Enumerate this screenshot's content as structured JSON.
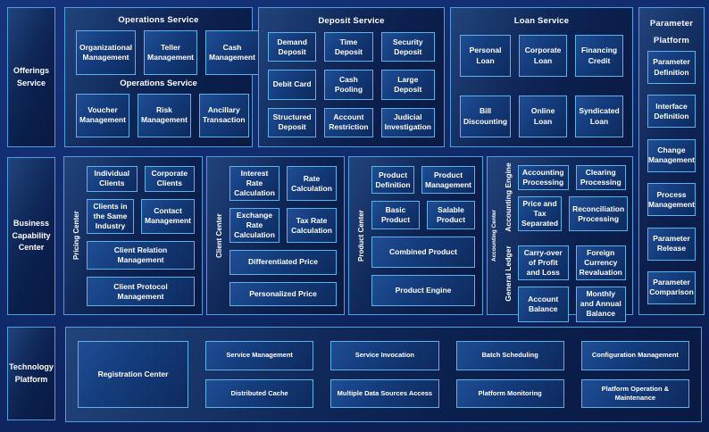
{
  "colors": {
    "page_background": "#112b6c",
    "panel_fill": "#0c2252",
    "panel_border": "#4da0dd",
    "box_fill": "#1f4d94",
    "box_border": "#5db2ea",
    "text": "#ffffff"
  },
  "left_rail": {
    "offerings": "Offerings Service",
    "business": "Business Capability Center",
    "technology": "Technology Platform"
  },
  "operations": {
    "title": "Operations Service",
    "mid_label": "Operations Service",
    "row1": [
      "Organizational Management",
      "Teller Management",
      "Cash Management"
    ],
    "row2": [
      "Voucher Management",
      "Risk Management",
      "Ancillary Transaction"
    ]
  },
  "deposit": {
    "title": "Deposit Service",
    "boxes": [
      "Demand Deposit",
      "Time Deposit",
      "Security Deposit",
      "Debit Card",
      "Cash Pooling",
      "Large Deposit",
      "Structured Deposit",
      "Account Restriction",
      "Judicial Investigation"
    ]
  },
  "loan": {
    "title": "Loan Service",
    "boxes": [
      "Personal Loan",
      "Corporate Loan",
      "Financing Credit",
      "Bill Discounting",
      "Online Loan",
      "Syndicated Loan"
    ]
  },
  "parameter": {
    "title": "Parameter Platform",
    "boxes": [
      "Parameter Definition",
      "Interface Definition",
      "Change Management",
      "Process Management",
      "Parameter Release",
      "Parameter Comparison"
    ]
  },
  "pricing_center": {
    "label": "Pricing Center",
    "small": [
      "Individual Clients",
      "Corporate Clients",
      "Clients in the Same Industry",
      "Contact Management"
    ],
    "wide": [
      "Client Relation Management",
      "Client Protocol Management"
    ]
  },
  "client_center": {
    "label": "Client Center",
    "small": [
      "Interest Rate Calculation",
      "Rate Calculation",
      "Exchange Rate Calculation",
      "Tax Rate Calculation"
    ],
    "wide": [
      "Differentiated Price",
      "Personalized Price"
    ]
  },
  "product_center": {
    "label": "Product Center",
    "small": [
      "Product Definition",
      "Product Management",
      "Basic Product",
      "Salable Product"
    ],
    "wide": [
      "Combined Product",
      "Product Engine"
    ]
  },
  "accounting_center": {
    "label": "Accounting Center",
    "engine_label": "Accounting Engine",
    "ledger_label": "General  Ledger",
    "engine_boxes": [
      "Accounting Processing",
      "Clearing Processing",
      "Price and Tax Separated",
      "Reconciliation Processing"
    ],
    "ledger_boxes": [
      "Carry-over of Profit and Loss",
      "Foreign Currency Revaluation",
      "Account Balance",
      "Monthly and Annual Balance"
    ]
  },
  "technology": {
    "registration": "Registration Center",
    "row1": [
      "Service Management",
      "Service Invocation",
      "Batch Scheduling",
      "Configuration Management"
    ],
    "row2": [
      "Distributed Cache",
      "Multiple Data Sources Access",
      "Platform Monitoring",
      "Platform Operation & Maintenance"
    ]
  }
}
